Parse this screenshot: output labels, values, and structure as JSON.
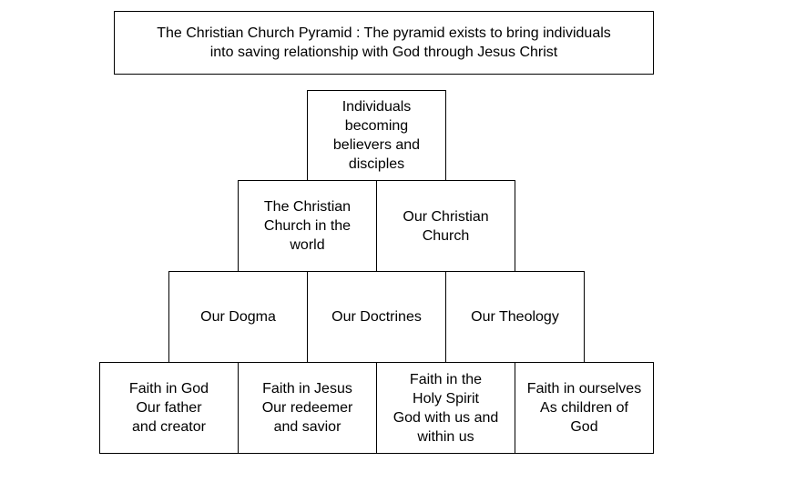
{
  "title": "The Christian Church Pyramid : The pyramid exists to bring individuals\ninto saving relationship with God through Jesus Christ",
  "pyramid": {
    "row1": [
      "Individuals\nbecoming\nbelievers and\ndisciples"
    ],
    "row2": [
      "The Christian\nChurch in the\nworld",
      "Our Christian\nChurch"
    ],
    "row3": [
      "Our Dogma",
      "Our Doctrines",
      "Our Theology"
    ],
    "row4": [
      "Faith in God\nOur father\nand creator",
      "Faith in Jesus\nOur redeemer\nand savior",
      "Faith in the\nHoly Spirit\nGod with us and\nwithin us",
      "Faith in ourselves\nAs children of\nGod"
    ]
  }
}
